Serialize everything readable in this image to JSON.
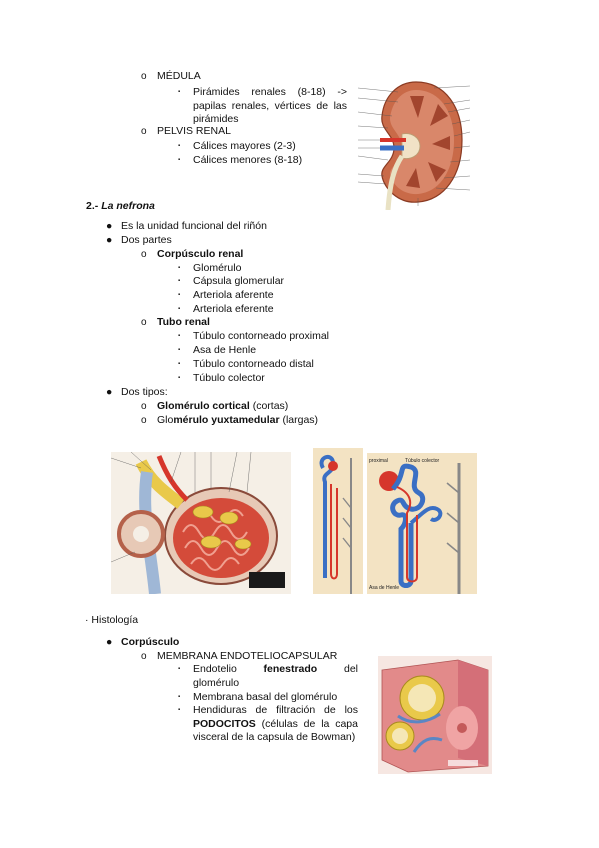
{
  "section1": {
    "medula": {
      "title": "MÉDULA",
      "items": [
        "Pirámides renales (8-18) -> papilas renales, vértices de las pirámides"
      ]
    },
    "pelvis": {
      "title": "PELVIS RENAL",
      "items": [
        "Cálices mayores (2-3)",
        "Cálices menores (8-18)"
      ]
    }
  },
  "nefrona": {
    "heading_num": "2.-",
    "heading_title": "La nefrona",
    "bullet1": "Es la unidad funcional del riñón",
    "bullet2": "Dos partes",
    "corpusculo_title": "Corpúsculo renal",
    "corpusculo_items": [
      "Glomérulo",
      "Cápsula glomerular",
      "Arteriola aferente",
      "Arteriola eferente"
    ],
    "tubo_title": "Tubo renal",
    "tubo_items": [
      "Túbulo contorneado proximal",
      "Asa de Henle",
      "Túbulo contorneado distal",
      "Túbulo colector"
    ],
    "tipos_title": "Dos tipos:",
    "tipo1_bold": "Glomérulo cortical",
    "tipo1_rest": " (cortas)",
    "tipo2_pre": "Glo",
    "tipo2_bold": "mérulo yuxtamedular",
    "tipo2_rest": " (largas)"
  },
  "histologia": {
    "heading": "· Histología",
    "corpusculo": "Corpúsculo",
    "membrana": "MEMBRANA ENDOTELIOCAPSULAR",
    "item1_pre": "Endotelio ",
    "item1_bold": "fenestrado",
    "item1_post": " del glomérulo",
    "item2": "Membrana basal del glomérulo",
    "item3_pre": "Hendiduras de filtración de los ",
    "item3_bold": "PODOCITOS",
    "item3_post": " (células de la capa visceral de la capsula de Bowman)"
  },
  "figure_labels": {
    "nephron_proximal": "proximal",
    "nephron_colector": "Túbulo colector",
    "nephron_henle": "Asa de Henle"
  },
  "bullets": {
    "level1": "●",
    "level2": "o",
    "level3": "▪"
  },
  "colors": {
    "kidney_cortex": "#b85a3e",
    "artery": "#d6362b",
    "vein": "#3a6fc4",
    "tubule_yellow": "#e9c94a"
  }
}
